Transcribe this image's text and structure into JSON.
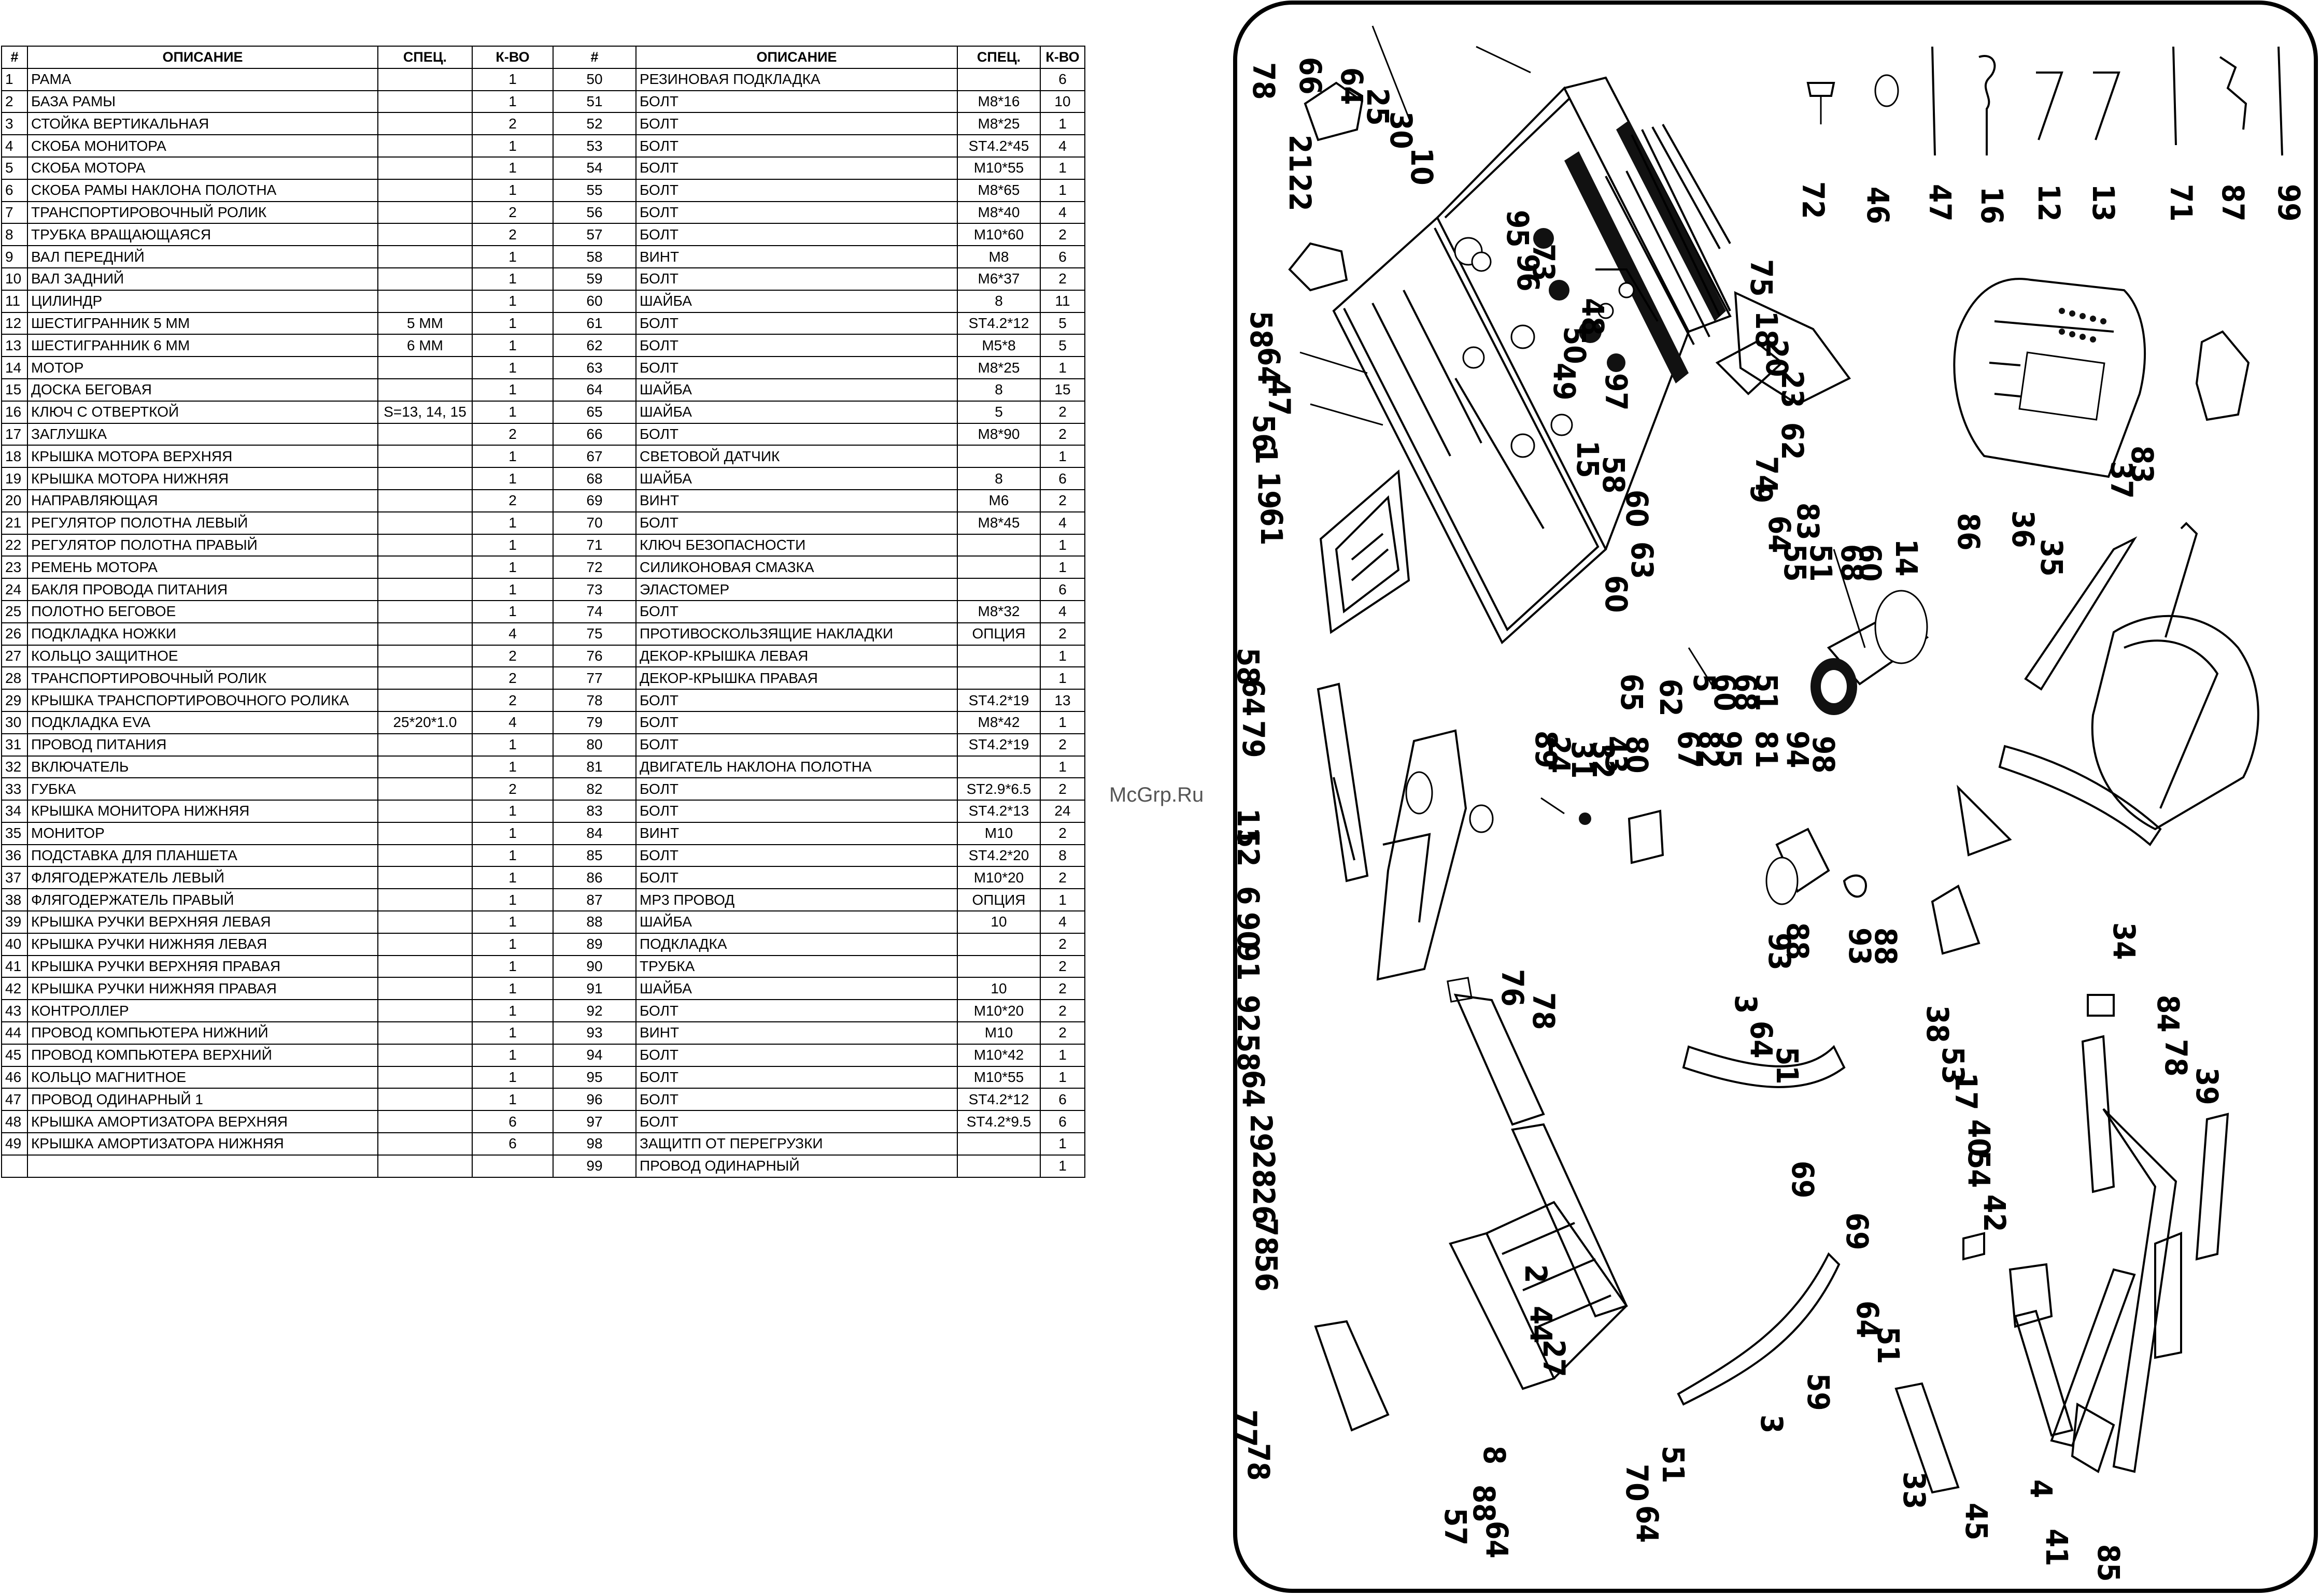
{
  "table": {
    "headers": [
      "#",
      "ОПИСАНИЕ",
      "СПЕЦ.",
      "К-ВО",
      "#",
      "ОПИСАНИЕ",
      "СПЕЦ.",
      "К-ВО"
    ],
    "rows": [
      [
        "1",
        "РАМА",
        "",
        "1",
        "50",
        "РЕЗИНОВАЯ ПОДКЛАДКА",
        "",
        "6"
      ],
      [
        "2",
        "БАЗА РАМЫ",
        "",
        "1",
        "51",
        "БОЛТ",
        "M8*16",
        "10"
      ],
      [
        "3",
        "СТОЙКА ВЕРТИКАЛЬНАЯ",
        "",
        "2",
        "52",
        "БОЛТ",
        "M8*25",
        "1"
      ],
      [
        "4",
        "СКОБА МОНИТОРА",
        "",
        "1",
        "53",
        "БОЛТ",
        "ST4.2*45",
        "4"
      ],
      [
        "5",
        "СКОБА МОТОРА",
        "",
        "1",
        "54",
        "БОЛТ",
        "M10*55",
        "1"
      ],
      [
        "6",
        "СКОБА РАМЫ НАКЛОНА ПОЛОТНА",
        "",
        "1",
        "55",
        "БОЛТ",
        "M8*65",
        "1"
      ],
      [
        "7",
        "ТРАНСПОРТИРОВОЧНЫЙ РОЛИК",
        "",
        "2",
        "56",
        "БОЛТ",
        "M8*40",
        "4"
      ],
      [
        "8",
        "ТРУБКА ВРАЩАЮЩАЯСЯ",
        "",
        "2",
        "57",
        "БОЛТ",
        "M10*60",
        "2"
      ],
      [
        "9",
        "ВАЛ ПЕРЕДНИЙ",
        "",
        "1",
        "58",
        "ВИНТ",
        "M8",
        "6"
      ],
      [
        "10",
        "ВАЛ ЗАДНИЙ",
        "",
        "1",
        "59",
        "БОЛТ",
        "M6*37",
        "2"
      ],
      [
        "11",
        "ЦИЛИНДР",
        "",
        "1",
        "60",
        "ШАЙБА",
        "8",
        "11"
      ],
      [
        "12",
        "ШЕСТИГРАННИК 5 ММ",
        "5 ММ",
        "1",
        "61",
        "БОЛТ",
        "ST4.2*12",
        "5"
      ],
      [
        "13",
        "ШЕСТИГРАННИК 6 ММ",
        "6 ММ",
        "1",
        "62",
        "БОЛТ",
        "M5*8",
        "5"
      ],
      [
        "14",
        "МОТОР",
        "",
        "1",
        "63",
        "БОЛТ",
        "M8*25",
        "1"
      ],
      [
        "15",
        "ДОСКА БЕГОВАЯ",
        "",
        "1",
        "64",
        "ШАЙБА",
        "8",
        "15"
      ],
      [
        "16",
        "КЛЮЧ С ОТВЕРТКОЙ",
        "S=13, 14, 15",
        "1",
        "65",
        "ШАЙБА",
        "5",
        "2"
      ],
      [
        "17",
        "ЗАГЛУШКА",
        "",
        "2",
        "66",
        "БОЛТ",
        "M8*90",
        "2"
      ],
      [
        "18",
        "КРЫШКА МОТОРА ВЕРХНЯЯ",
        "",
        "1",
        "67",
        "СВЕТОВОЙ ДАТЧИК",
        "",
        "1"
      ],
      [
        "19",
        "КРЫШКА МОТОРА НИЖНЯЯ",
        "",
        "1",
        "68",
        "ШАЙБА",
        "8",
        "6"
      ],
      [
        "20",
        "НАПРАВЛЯЮЩАЯ",
        "",
        "2",
        "69",
        "ВИНТ",
        "M6",
        "2"
      ],
      [
        "21",
        "РЕГУЛЯТОР ПОЛОТНА ЛЕВЫЙ",
        "",
        "1",
        "70",
        "БОЛТ",
        "M8*45",
        "4"
      ],
      [
        "22",
        "РЕГУЛЯТОР ПОЛОТНА ПРАВЫЙ",
        "",
        "1",
        "71",
        "КЛЮЧ БЕЗОПАСНОСТИ",
        "",
        "1"
      ],
      [
        "23",
        "РЕМЕНЬ МОТОРА",
        "",
        "1",
        "72",
        "СИЛИКОНОВАЯ СМАЗКА",
        "",
        "1"
      ],
      [
        "24",
        "БАКЛЯ ПРОВОДА ПИТАНИЯ",
        "",
        "1",
        "73",
        "ЭЛАСТОМЕР",
        "",
        "6"
      ],
      [
        "25",
        "ПОЛОТНО БЕГОВОЕ",
        "",
        "1",
        "74",
        "БОЛТ",
        "M8*32",
        "4"
      ],
      [
        "26",
        "ПОДКЛАДКА НОЖКИ",
        "",
        "4",
        "75",
        "ПРОТИВОСКОЛЬЗЯЩИЕ НАКЛАДКИ",
        "ОПЦИЯ",
        "2"
      ],
      [
        "27",
        "КОЛЬЦО ЗАЩИТНОЕ",
        "",
        "2",
        "76",
        "ДЕКОР-КРЫШКА ЛЕВАЯ",
        "",
        "1"
      ],
      [
        "28",
        "ТРАНСПОРТИРОВОЧНЫЙ РОЛИК",
        "",
        "2",
        "77",
        "ДЕКОР-КРЫШКА ПРАВАЯ",
        "",
        "1"
      ],
      [
        "29",
        "КРЫШКА ТРАНСПОРТИРОВОЧНОГО РОЛИКА",
        "",
        "2",
        "78",
        "БОЛТ",
        "ST4.2*19",
        "13"
      ],
      [
        "30",
        "ПОДКЛАДКА EVA",
        "25*20*1.0",
        "4",
        "79",
        "БОЛТ",
        "M8*42",
        "1"
      ],
      [
        "31",
        "ПРОВОД ПИТАНИЯ",
        "",
        "1",
        "80",
        "БОЛТ",
        "ST4.2*19",
        "2"
      ],
      [
        "32",
        "ВКЛЮЧАТЕЛЬ",
        "",
        "1",
        "81",
        "ДВИГАТЕЛЬ НАКЛОНА ПОЛОТНА",
        "",
        "1"
      ],
      [
        "33",
        "ГУБКА",
        "",
        "2",
        "82",
        "БОЛТ",
        "ST2.9*6.5",
        "2"
      ],
      [
        "34",
        "КРЫШКА МОНИТОРА НИЖНЯЯ",
        "",
        "1",
        "83",
        "БОЛТ",
        "ST4.2*13",
        "24"
      ],
      [
        "35",
        "МОНИТОР",
        "",
        "1",
        "84",
        "ВИНТ",
        "M10",
        "2"
      ],
      [
        "36",
        "ПОДСТАВКА ДЛЯ ПЛАНШЕТА",
        "",
        "1",
        "85",
        "БОЛТ",
        "ST4.2*20",
        "8"
      ],
      [
        "37",
        "ФЛЯГОДЕРЖАТЕЛЬ ЛЕВЫЙ",
        "",
        "1",
        "86",
        "БОЛТ",
        "M10*20",
        "2"
      ],
      [
        "38",
        "ФЛЯГОДЕРЖАТЕЛЬ ПРАВЫЙ",
        "",
        "1",
        "87",
        "MP3 ПРОВОД",
        "ОПЦИЯ",
        "1"
      ],
      [
        "39",
        "КРЫШКА РУЧКИ ВЕРХНЯЯ ЛЕВАЯ",
        "",
        "1",
        "88",
        "ШАЙБА",
        "10",
        "4"
      ],
      [
        "40",
        "КРЫШКА РУЧКИ НИЖНЯЯ ЛЕВАЯ",
        "",
        "1",
        "89",
        "ПОДКЛАДКА",
        "",
        "2"
      ],
      [
        "41",
        "КРЫШКА РУЧКИ ВЕРХНЯЯ ПРАВАЯ",
        "",
        "1",
        "90",
        "ТРУБКА",
        "",
        "2"
      ],
      [
        "42",
        "КРЫШКА РУЧКИ НИЖНЯЯ ПРАВАЯ",
        "",
        "1",
        "91",
        "ШАЙБА",
        "10",
        "2"
      ],
      [
        "43",
        "КОНТРОЛЛЕР",
        "",
        "1",
        "92",
        "БОЛТ",
        "M10*20",
        "2"
      ],
      [
        "44",
        "ПРОВОД КОМПЬЮТЕРА НИЖНИЙ",
        "",
        "1",
        "93",
        "ВИНТ",
        "M10",
        "2"
      ],
      [
        "45",
        "ПРОВОД КОМПЬЮТЕРА ВЕРХНИЙ",
        "",
        "1",
        "94",
        "БОЛТ",
        "M10*42",
        "1"
      ],
      [
        "46",
        "КОЛЬЦО МАГНИТНОЕ",
        "",
        "1",
        "95",
        "БОЛТ",
        "M10*55",
        "1"
      ],
      [
        "47",
        "ПРОВОД ОДИНАРНЫЙ 1",
        "",
        "1",
        "96",
        "БОЛТ",
        "ST4.2*12",
        "6"
      ],
      [
        "48",
        "КРЫШКА АМОРТИЗАТОРА ВЕРХНЯЯ",
        "",
        "6",
        "97",
        "БОЛТ",
        "ST4.2*9.5",
        "6"
      ],
      [
        "49",
        "КРЫШКА АМОРТИЗАТОРА НИЖНЯЯ",
        "",
        "6",
        "98",
        "ЗАЩИТП ОТ ПЕРЕГРУЗКИ",
        "",
        "1"
      ],
      [
        "",
        "",
        "",
        "",
        "99",
        "ПРОВОД ОДИНАРНЫЙ",
        "",
        "1"
      ]
    ]
  },
  "watermark": "McGrp.Ru",
  "diagram": {
    "labels": [
      {
        "t": "66"
      },
      {
        "t": "64"
      },
      {
        "t": "25"
      },
      {
        "t": "30"
      },
      {
        "t": "10"
      },
      {
        "t": "78"
      },
      {
        "t": "21"
      },
      {
        "t": "22"
      },
      {
        "t": "95"
      },
      {
        "t": "73"
      },
      {
        "t": "96"
      },
      {
        "t": "48"
      },
      {
        "t": "50"
      },
      {
        "t": "49"
      },
      {
        "t": "97"
      },
      {
        "t": "58"
      },
      {
        "t": "64"
      },
      {
        "t": "47"
      },
      {
        "t": "56"
      },
      {
        "t": "1"
      },
      {
        "t": "19"
      },
      {
        "t": "61"
      },
      {
        "t": "15"
      },
      {
        "t": "58"
      },
      {
        "t": "60"
      },
      {
        "t": "63"
      },
      {
        "t": "60"
      },
      {
        "t": "75"
      },
      {
        "t": "18"
      },
      {
        "t": "20"
      },
      {
        "t": "23"
      },
      {
        "t": "62"
      },
      {
        "t": "74"
      },
      {
        "t": "9"
      },
      {
        "t": "64"
      },
      {
        "t": "55"
      },
      {
        "t": "65"
      },
      {
        "t": "62"
      },
      {
        "t": "5"
      },
      {
        "t": "60"
      },
      {
        "t": "68"
      },
      {
        "t": "51"
      },
      {
        "t": "72"
      },
      {
        "t": "46"
      },
      {
        "t": "47"
      },
      {
        "t": "16"
      },
      {
        "t": "12"
      },
      {
        "t": "13"
      },
      {
        "t": "71"
      },
      {
        "t": "87"
      },
      {
        "t": "99"
      },
      {
        "t": "35"
      },
      {
        "t": "37"
      },
      {
        "t": "83"
      },
      {
        "t": "83"
      },
      {
        "t": "86"
      },
      {
        "t": "36"
      },
      {
        "t": "51"
      },
      {
        "t": "68"
      },
      {
        "t": "60"
      },
      {
        "t": "14"
      },
      {
        "t": "58"
      },
      {
        "t": "64"
      },
      {
        "t": "79"
      },
      {
        "t": "11"
      },
      {
        "t": "52"
      },
      {
        "t": "6"
      },
      {
        "t": "90"
      },
      {
        "t": "91"
      },
      {
        "t": "92"
      },
      {
        "t": "58"
      },
      {
        "t": "89"
      },
      {
        "t": "24"
      },
      {
        "t": "31"
      },
      {
        "t": "32"
      },
      {
        "t": "43"
      },
      {
        "t": "80"
      },
      {
        "t": "67"
      },
      {
        "t": "82"
      },
      {
        "t": "95"
      },
      {
        "t": "81"
      },
      {
        "t": "94"
      },
      {
        "t": "98"
      },
      {
        "t": "93"
      },
      {
        "t": "88"
      },
      {
        "t": "93"
      },
      {
        "t": "88"
      },
      {
        "t": "34"
      },
      {
        "t": "76"
      },
      {
        "t": "78"
      },
      {
        "t": "3"
      },
      {
        "t": "64"
      },
      {
        "t": "51"
      },
      {
        "t": "69"
      },
      {
        "t": "38"
      },
      {
        "t": "53"
      },
      {
        "t": "17"
      },
      {
        "t": "40"
      },
      {
        "t": "54"
      },
      {
        "t": "42"
      },
      {
        "t": "84"
      },
      {
        "t": "78"
      },
      {
        "t": "39"
      },
      {
        "t": "64"
      },
      {
        "t": "29"
      },
      {
        "t": "28"
      },
      {
        "t": "26"
      },
      {
        "t": "78"
      },
      {
        "t": "56"
      },
      {
        "t": "2"
      },
      {
        "t": "44"
      },
      {
        "t": "27"
      },
      {
        "t": "69"
      },
      {
        "t": "64"
      },
      {
        "t": "51"
      },
      {
        "t": "59"
      },
      {
        "t": "3"
      },
      {
        "t": "77"
      },
      {
        "t": "78"
      },
      {
        "t": "57"
      },
      {
        "t": "88"
      },
      {
        "t": "8"
      },
      {
        "t": "64"
      },
      {
        "t": "51"
      },
      {
        "t": "70"
      },
      {
        "t": "64"
      },
      {
        "t": "33"
      },
      {
        "t": "45"
      },
      {
        "t": "4"
      },
      {
        "t": "41"
      },
      {
        "t": "85"
      }
    ]
  }
}
